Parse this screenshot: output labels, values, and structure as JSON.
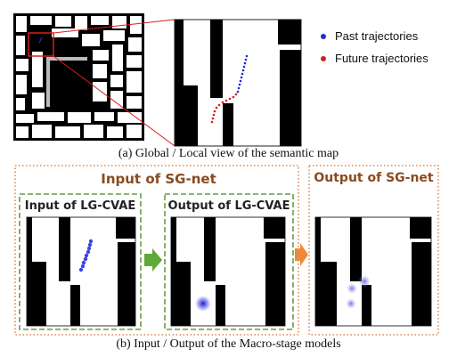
{
  "legend": {
    "past": {
      "label": "Past trajectories",
      "color": "#1f2fd6"
    },
    "future": {
      "label": "Future trajectories",
      "color": "#d61f1f"
    }
  },
  "captions": {
    "a": "(a) Global / Local view of the semantic map",
    "b": "(b) Input / Output of the Macro-stage models"
  },
  "titles": {
    "sgnet_input": "Input of SG-net",
    "sgnet_output": "Output of SG-net",
    "lgcvae_input": "Input of LG-CVAE",
    "lgcvae_output": "Output of LG-CVAE"
  },
  "colors": {
    "title": "#8a4b1f",
    "arrow_green": "#5fa83a",
    "arrow_orange": "#ec8a3a",
    "dotted_orange": "#d5702b",
    "dashed_green": "#6c9a45",
    "highlight": "#d62020"
  }
}
